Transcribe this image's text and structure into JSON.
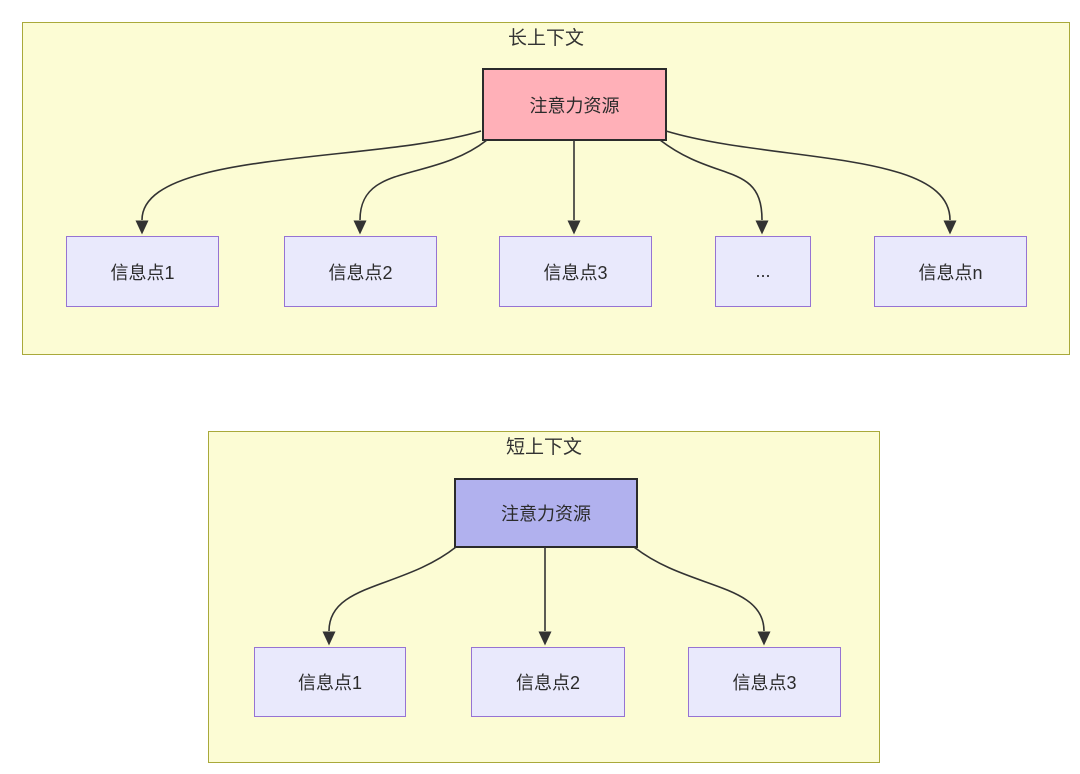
{
  "diagram": {
    "panels": [
      {
        "title": "长上下文",
        "root_label": "注意力资源",
        "nodes": [
          "信息点1",
          "信息点2",
          "信息点3",
          "...",
          "信息点n"
        ]
      },
      {
        "title": "短上下文",
        "root_label": "注意力资源",
        "nodes": [
          "信息点1",
          "信息点2",
          "信息点3"
        ]
      }
    ],
    "colors": {
      "panel_bg": "#fcfcd4",
      "panel_border": "#a9a93a",
      "root_long_fill": "#ffb0b8",
      "root_short_fill": "#b1b1ee",
      "node_fill": "#e9e9fc",
      "node_border": "#9673d3",
      "edge": "#333333",
      "text": "#333333"
    }
  }
}
